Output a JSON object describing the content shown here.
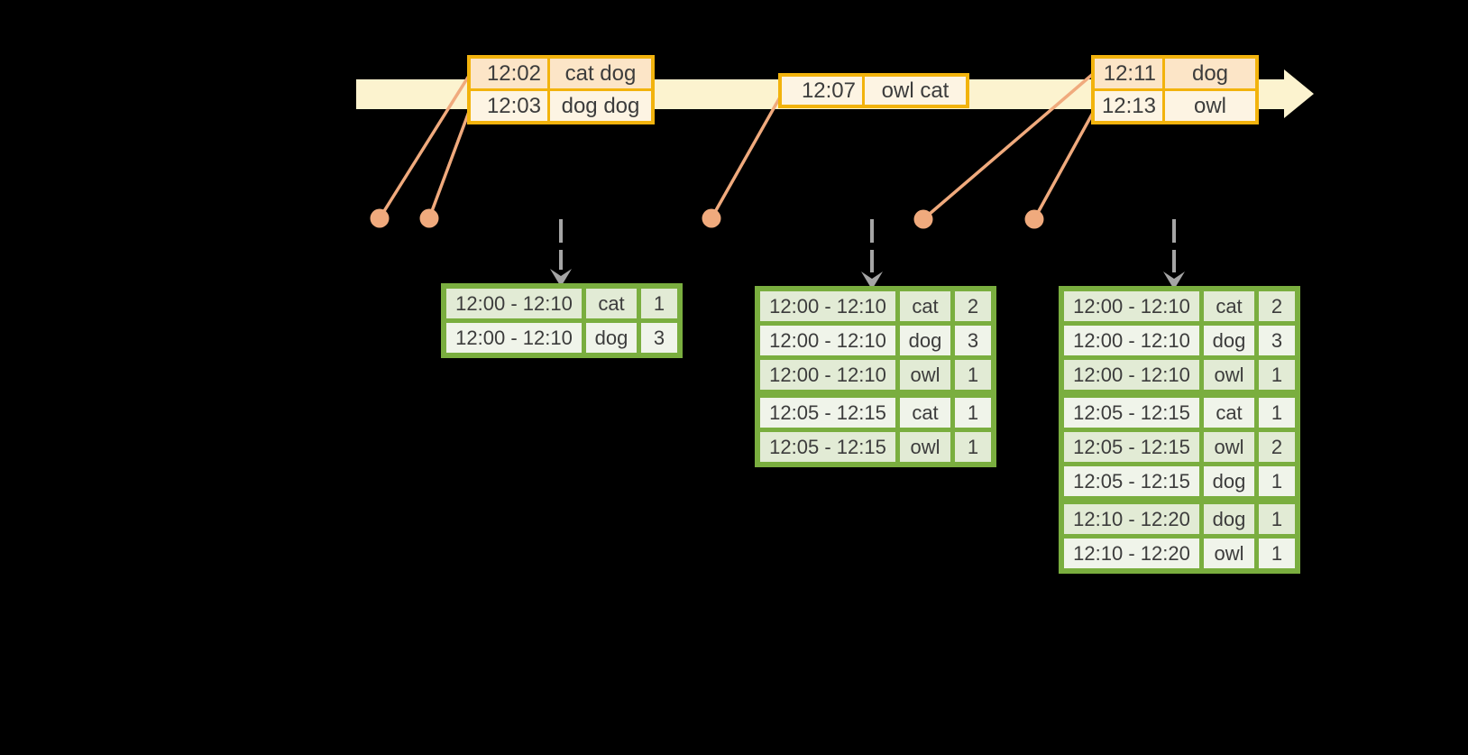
{
  "colors": {
    "background": "#000000",
    "timeline_band": "#FCF3CF",
    "event_border": "#F2B30D",
    "event_row_dark": "#FCE5C7",
    "event_row_light": "#FDF4E3",
    "result_border": "#7AAE3F",
    "result_row_dark": "#E2EBD5",
    "result_row_light": "#F0F4EA",
    "connector": "#F0AA7D",
    "trigger_arrow": "#A5A5A5",
    "text": "#3C3C3C"
  },
  "event_tables": [
    {
      "name": "events-batch-1",
      "rows": [
        {
          "time": "12:02",
          "words": "cat dog"
        },
        {
          "time": "12:03",
          "words": "dog dog"
        }
      ]
    },
    {
      "name": "events-batch-2",
      "rows": [
        {
          "time": "12:07",
          "words": "owl cat"
        }
      ]
    },
    {
      "name": "events-batch-3",
      "rows": [
        {
          "time": "12:11",
          "words": "dog"
        },
        {
          "time": "12:13",
          "words": "owl"
        }
      ]
    }
  ],
  "result_tables": [
    {
      "name": "counts-after-trigger-1",
      "rows": [
        {
          "window": "12:00 - 12:10",
          "word": "cat",
          "count": "1"
        },
        {
          "window": "12:00 - 12:10",
          "word": "dog",
          "count": "3"
        }
      ]
    },
    {
      "name": "counts-after-trigger-2",
      "rows": [
        {
          "window": "12:00 - 12:10",
          "word": "cat",
          "count": "2"
        },
        {
          "window": "12:00 - 12:10",
          "word": "dog",
          "count": "3"
        },
        {
          "window": "12:00 - 12:10",
          "word": "owl",
          "count": "1"
        },
        {
          "window": "12:05 - 12:15",
          "word": "cat",
          "count": "1"
        },
        {
          "window": "12:05 - 12:15",
          "word": "owl",
          "count": "1"
        }
      ]
    },
    {
      "name": "counts-after-trigger-3",
      "rows": [
        {
          "window": "12:00 - 12:10",
          "word": "cat",
          "count": "2"
        },
        {
          "window": "12:00 - 12:10",
          "word": "dog",
          "count": "3"
        },
        {
          "window": "12:00 - 12:10",
          "word": "owl",
          "count": "1"
        },
        {
          "window": "12:05 - 12:15",
          "word": "cat",
          "count": "1"
        },
        {
          "window": "12:05 - 12:15",
          "word": "owl",
          "count": "2"
        },
        {
          "window": "12:05 - 12:15",
          "word": "dog",
          "count": "1"
        },
        {
          "window": "12:10 - 12:20",
          "word": "dog",
          "count": "1"
        },
        {
          "window": "12:10 - 12:20",
          "word": "owl",
          "count": "1"
        }
      ]
    }
  ]
}
